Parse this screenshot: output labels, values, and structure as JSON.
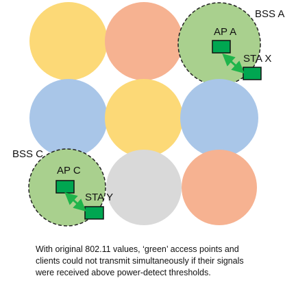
{
  "cell_colors": {
    "yellow": "#FCD977",
    "orange": "#F6B291",
    "blue": "#A9C6E8",
    "gray": "#D9D9D9",
    "green": "#A9D08E"
  },
  "node_color": "#00A651",
  "arrow_color": "#1FB44B",
  "labels": {
    "bss_a": "BSS A",
    "bss_c": "BSS C",
    "ap_a": "AP A",
    "ap_c": "AP C",
    "sta_x": "STA X",
    "sta_y": "STA Y"
  },
  "caption": {
    "line1": "With original 802.11 values, ‘green’ access points and",
    "line2": "clients could not transmit simultaneously if their signals",
    "line3": "were received above power-detect thresholds."
  }
}
